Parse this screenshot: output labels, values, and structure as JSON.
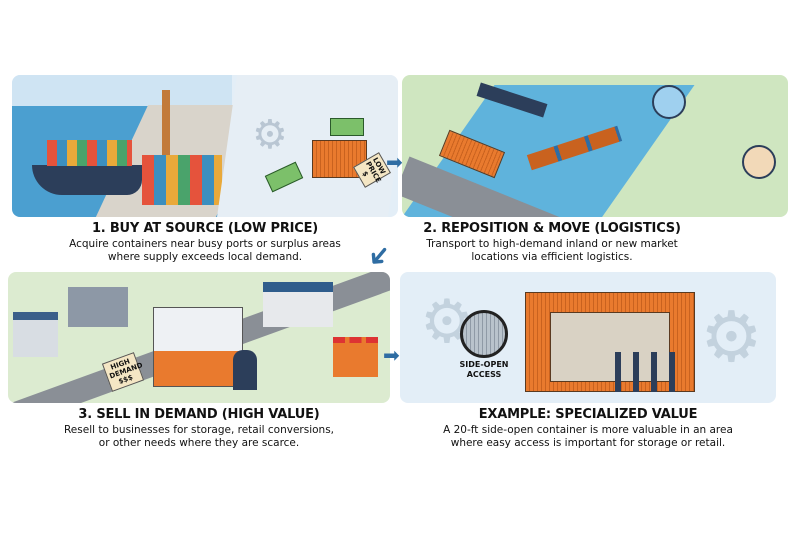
{
  "steps": [
    {
      "title": "1. BUY AT SOURCE (LOW PRICE)",
      "line1": "Acquire containers near busy ports or surplus areas",
      "line2": "where supply exceeds local demand.",
      "tag": "LOW PRICE $"
    },
    {
      "title": "2. REPOSITION & MOVE (LOGISTICS)",
      "line1": "Transport to high-demand inland or new market",
      "line2": "locations via efficient logistics."
    },
    {
      "title": "3. SELL IN DEMAND (HIGH VALUE)",
      "line1": "Resell to businesses for storage, retail conversions,",
      "line2": "or other needs where they are scarce.",
      "tag": "HIGH DEMAND $$$"
    },
    {
      "title": "EXAMPLE: SPECIALIZED VALUE",
      "line1": "A 20-ft side-open container is more valuable in an area",
      "line2": "where easy access is important for storage or retail.",
      "callout": "SIDE-OPEN ACCESS"
    }
  ],
  "colors": {
    "container": "#e97a2e",
    "arrow": "#2f6da3",
    "sea": "#4b9fd0",
    "road": "#8a8f96",
    "grass": "#8cc36a"
  }
}
